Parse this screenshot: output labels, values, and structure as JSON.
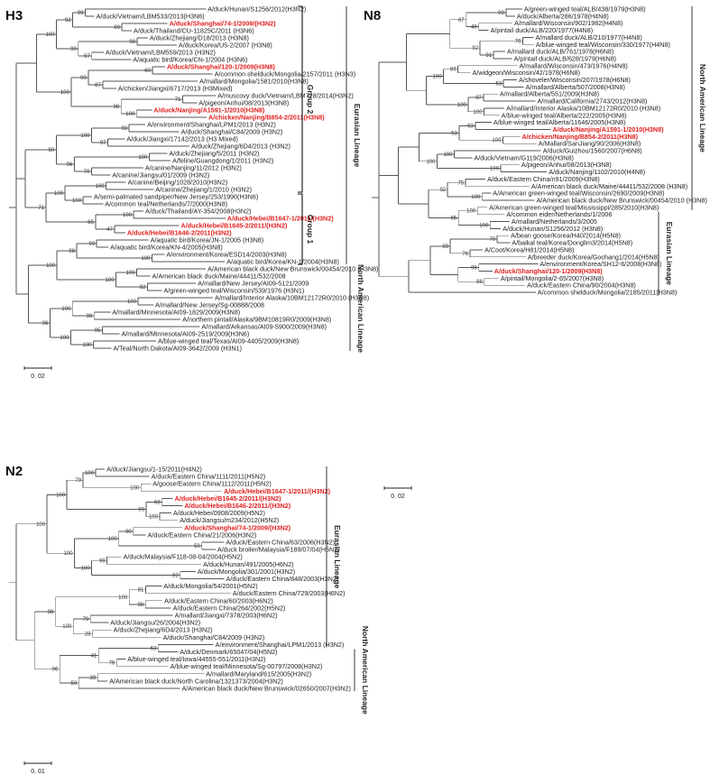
{
  "panels": [
    {
      "id": "h3",
      "title": "H3",
      "scale_label": "0. 02",
      "leaves": [
        {
          "label": "A/duck/Hunan/S1256/2012(H3N2)"
        },
        {
          "label": "A/duck/Vietnam/LBM533/2013(H3N6)"
        },
        {
          "label": "A/duck/Shanghai/74-1/2009/(H3N2)",
          "highlight": true
        },
        {
          "label": "A/duck/Thailand/CU-11825C/2011 (H3N6)"
        },
        {
          "label": "A/duck/Zhejiang/D18/2013 (H3N8)"
        },
        {
          "label": "A/duck/Korea/U5-2/2007 (H3N8)"
        },
        {
          "label": "A/duck/Vietnam/LBM559/2013 (H3N2)"
        },
        {
          "label": "A/aquatic bird/Korea/CN-1/2004 (H3N6)"
        },
        {
          "label": "A/duck/Shanghai/120-1/2009(H3N8)",
          "highlight": true
        },
        {
          "label": "A/common shelduck/Mongolia/2157/2011 (H3N3)"
        },
        {
          "label": "A/mallard/Mongolia/1581/2010(H3N8)"
        },
        {
          "label": "A/chicken/Jiangxi/6717/2013 (H3Mixed)"
        },
        {
          "label": "A/muscovy duck/Vietnam/LBM728/2014(H3N2)"
        },
        {
          "label": "A/pigeon/Anhui/08/2013(H3N8)"
        },
        {
          "label": "A/duck/Nanjing/A1591-1/2010(H3N8)",
          "highlight": true
        },
        {
          "label": "A/chicken/Nanjing/B854-2/2011(H3N8)",
          "highlight": true
        },
        {
          "label": "A/environment/Shanghai/LPM1/2013 (H3N2)"
        },
        {
          "label": "A/duck/Shanghai/C84/2009 (H3N2)"
        },
        {
          "label": "A/duck/Jiangxi/17142/2013 (H3 Mixed)"
        },
        {
          "label": "A/duck/Zhejiang/6D4/2013 (H3N2)"
        },
        {
          "label": "A/duck/Zhejiang/5/2011 (H3N2)"
        },
        {
          "label": "A/feline/Guangdong/1/2011 (H3N2)"
        },
        {
          "label": "A/canine/Nanjing/11/2012 (H3N2)"
        },
        {
          "label": "A/canine/Jiangsu/01/2009 (H3N2)"
        },
        {
          "label": "A/canine/Beijing/1028/2010(H3N2)"
        },
        {
          "label": "A/canine/Zhejiang/1/2010 (H3N2)"
        },
        {
          "label": "A/semi-palmated sandpiper/New Jersey/253/1990(H3N6)"
        },
        {
          "label": "A/common teal/Netherlands/7/2000(H3N8)"
        },
        {
          "label": "A/duck/Thailand/AY-354/2008(H3N2)"
        },
        {
          "label": "A/duck/Hebei/B1647-1/2011/(H3N2)",
          "highlight": true
        },
        {
          "label": "A/duck/Hebei/B1645-2/2011/(H3N2)",
          "highlight": true
        },
        {
          "label": "A/duck/Hebei/B1646-2/2011(H3N2)",
          "highlight": true
        },
        {
          "label": "A/aquatic bird/Korea/JN-1/2005 (H3N8)"
        },
        {
          "label": "A/aquatic bird/Korea/KN-4/2005(H3N8)"
        },
        {
          "label": "A/environment/Korea/ESD14/2003(H3N8)"
        },
        {
          "label": "A/aquatic bird/Korea/KN-1/2004(H3N8)"
        },
        {
          "label": "A/American black duck/New Brunswick/00454/2010 (H3N8)"
        },
        {
          "label": "A/American black duck/Maine/44411/532/2008"
        },
        {
          "label": "A/mallard/New Jersey/AI09-5121/2009"
        },
        {
          "label": "A/green-winged teal/Wisconsin/539/1976 (H3N1)"
        },
        {
          "label": "A/mallard/Interior Alaska/10BM12172R0/2010 (H3N8)"
        },
        {
          "label": "A/mallard/New Jersey/Sg-00888/2008"
        },
        {
          "label": "A/mallard/Minnesota/AI09-1829/2009(H3N8)"
        },
        {
          "label": "A/northern pintail/Alaska/9BM10819R0/2009(H3N8)"
        },
        {
          "label": "A/mallard/Arkansas/AI09-5900/2009(H3N8)"
        },
        {
          "label": "A/mallard/Minnesota/AI09-2519/2009(H3N6)"
        },
        {
          "label": "A/blue-winged teal/Texas/AI09-4405/2009(H3N8)"
        },
        {
          "label": "A/Teal/North Dakota/AI09-3642/2009 (H3N1)"
        }
      ],
      "bootstraps": [
        "99",
        "80",
        "98",
        "97",
        "60",
        "87",
        "71",
        "100",
        "93",
        "97",
        "100",
        "70",
        "100",
        "100",
        "100",
        "47",
        "99",
        "100",
        "100",
        "82",
        "100",
        "98",
        "95",
        "100",
        "92",
        "90",
        "99",
        "98",
        "100",
        "96",
        "100",
        "65",
        "98",
        "100",
        "100",
        "100",
        "100",
        "100",
        "50",
        "71",
        "100",
        "96"
      ],
      "groups": [
        {
          "label": "Group 2"
        },
        {
          "label": "Group 1"
        }
      ],
      "lineages": [
        {
          "label": "Eurasian Lineage"
        },
        {
          "label": "North American Lineage"
        }
      ]
    },
    {
      "id": "n8",
      "title": "N8",
      "scale_label": "0. 02",
      "leaves": [
        {
          "label": "A/green-winged teal/ALB/438/1979(H3N8)"
        },
        {
          "label": "A/duck/Alberta/286/1978(H4N8)"
        },
        {
          "label": "A/mallard/Wisconsin/902/1982(H4N8)"
        },
        {
          "label": "A/pintail duck/ALB/220/1977(H4N8)"
        },
        {
          "label": "A/mallard duck/ALB/210/1977(H4N8)"
        },
        {
          "label": "A/blue-winged teal/Wisconsin/330/1977(H4N8)"
        },
        {
          "label": "A/mallard duck/ALB/761/1978(H6N8)"
        },
        {
          "label": "A/pintail duck/ALB/628/1979(H6N8)"
        },
        {
          "label": "A/mallard/Wisconsin/473/1976(H4N8)"
        },
        {
          "label": "A/widgeon/Wisconsin/42/1978(H6N8)"
        },
        {
          "label": "A/shoveler/Wisconsin/207/1978(H6N8)"
        },
        {
          "label": "A/mallard/Alberta/507/2008(H3N8)"
        },
        {
          "label": "A/mallard/Alberta/551/2009(H3N8)"
        },
        {
          "label": "A/mallard/California/2743/2012(H3N8)"
        },
        {
          "label": "A/mallard/Interior Alaska/10BM12172R0/2010 (H3N8)"
        },
        {
          "label": "A/blue-winged teal/Alberta/222/2005(H3N8)"
        },
        {
          "label": "A/blue-winged teal/Alberta/11646/2005(H3N8)"
        },
        {
          "label": "A/duck/Nanjing/A1591-1/2010(H3N8)",
          "highlight": true
        },
        {
          "label": "A/chicken/Nanjing/B854-2/2011(H3N8)",
          "highlight": true
        },
        {
          "label": "A/Mallard/SanJiang/90/2006(H3N8)"
        },
        {
          "label": "A/duck/Guizhou/1560/2007(H6N8)"
        },
        {
          "label": "A/duck/Vietnam/G119/2006(H3N8)"
        },
        {
          "label": "A/pigeon/Anhui/08/2013(H3N8)"
        },
        {
          "label": "A/duck/Nanjing/1102/2010(H4N8)"
        },
        {
          "label": "A/duck/Eastern China/n91/2009(H3N8)"
        },
        {
          "label": "A/American black duck/Maine/44411/532/2008 (H3N8)"
        },
        {
          "label": "A/American green-winged teal/Wisconsin/2690/2009(H3N8)"
        },
        {
          "label": "A/American black duck/New Brunswick/00454/2010 (H3N8)"
        },
        {
          "label": "A/American green-winged teal/Mississippi/285/2010(H3N8)"
        },
        {
          "label": "A/common eider/Netherlands/1/2006"
        },
        {
          "label": "A/mallard/Netherlands/3/2005"
        },
        {
          "label": "A/duck/Hunan/S1256/2012 (H3N8)"
        },
        {
          "label": "A/bean goose/Korea/H40/2014(H5N8)"
        },
        {
          "label": "A/baikal teal/Korea/Donglim3/2014(H5N8)"
        },
        {
          "label": "A/Coot/Korea/H81/2014(H5N8)"
        },
        {
          "label": "A/breeder duck/Korea/Gochang1/2014(H5N8)"
        },
        {
          "label": "A/environment/Korea/SH12-6/2008(H3N8)"
        },
        {
          "label": "A/duck/Shanghai/120-1/2009(H3N8)",
          "highlight": true
        },
        {
          "label": "A/pintail/Mongolia/2-65/2007(H3N8)"
        },
        {
          "label": "A/duck/Eastern China/90/2004(H3N8)"
        },
        {
          "label": "A/common shelduck/Mongolia/2185/2011(H3N8)"
        }
      ],
      "bootstraps": [
        "99",
        "48",
        "76",
        "91",
        "89",
        "63",
        "97",
        "100",
        "53",
        "100",
        "100",
        "100",
        "75",
        "100",
        "100",
        "100",
        "70",
        "76",
        "98",
        "88",
        "67",
        "92",
        "100",
        "100",
        "53",
        "100",
        "92",
        "65",
        "99"
      ],
      "groups": [],
      "lineages": [
        {
          "label": "North American Lineage"
        },
        {
          "label": "Eurasian Lineage"
        }
      ]
    },
    {
      "id": "n2",
      "title": "N2",
      "scale_label": "0. 01",
      "leaves": [
        {
          "label": "A/duck/Jiangsu/1-15/2011(H4N2)"
        },
        {
          "label": "A/duck/Eastern China/1111/2011(H5N2)"
        },
        {
          "label": "A/goose/Eastern China/1112/2011(H5N2)"
        },
        {
          "label": "A/duck/Hebei/B1647-1/2011/(H3N2)",
          "highlight": true
        },
        {
          "label": "A/duck/Hebei/B1645-2/2011/(H3N2)",
          "highlight": true
        },
        {
          "label": "A/duck/Hebei/B1646-2/2011/(H3N2)",
          "highlight": true
        },
        {
          "label": "A/duck/Hebei/0908/2009(H5N2)"
        },
        {
          "label": "A/duck/Jiangsu/m234/2012(H5N2)"
        },
        {
          "label": "A/duck/Shanghai/74-1/2009/(H3N2)",
          "highlight": true
        },
        {
          "label": "A/duck/Eastern China/21/2006(H3N2)"
        },
        {
          "label": "A/duck/Eastern China/63/2006(H3N2)"
        },
        {
          "label": "A/duck broiler/Malaysia/F189/07/04(H5N2)"
        },
        {
          "label": "A/duck/Malaysia/F118-08-04/2004(H5N2)"
        },
        {
          "label": "A/duck/Hunan/491/2005(H6N2)"
        },
        {
          "label": "A/duck/Mongolia/301/2001(H3N2)"
        },
        {
          "label": "A/duck/Eastern China/848/2003(H3N2)"
        },
        {
          "label": "A/duck/Mongolia/54/2001(H5N2)"
        },
        {
          "label": "A/duck/Eastern China/729/2003(H6N2)"
        },
        {
          "label": "A/duck/Eastern China/60/2003(H6N2)"
        },
        {
          "label": "A/duck/Eastern China/264/2002(H5N2)"
        },
        {
          "label": "A/mallard/Jiangxi/7378/2003(H6N2)"
        },
        {
          "label": "A/duck/Jiangsu/26/2004(H3N2)"
        },
        {
          "label": "A/duck/Zhejiang/6D4/2013 (H3N2)"
        },
        {
          "label": "A/duck/Shanghai/C84/2009 (H3N2)"
        },
        {
          "label": "A/environment/Shanghai/LPM1/2013 (H3N2)"
        },
        {
          "label": "A/duck/Denmark/65047/04(H5N2)"
        },
        {
          "label": "A/blue-winged teal/Iowa/44555-551/2011(H3N2)"
        },
        {
          "label": "A/blue-winged teal/Minnesota/Sg-00797/2008(H3N2)"
        },
        {
          "label": "A/mallard/Maryland/615/2005(H3N2)"
        },
        {
          "label": "A/American black duck/North Carolina/1321373/2004(H3N2)"
        },
        {
          "label": "A/American black duck/New Brunswick/02650/2007(H3N2)"
        }
      ],
      "bootstraps": [
        "100",
        "100",
        "68",
        "100",
        "90",
        "50",
        "99",
        "82",
        "81",
        "98",
        "79",
        "28",
        "63",
        "76",
        "39",
        "79",
        "99",
        "100",
        "100",
        "100",
        "100",
        "41",
        "50",
        "100",
        "100",
        "98",
        "96",
        "100"
      ],
      "groups": [],
      "lineages": [
        {
          "label": "Eurasian Lineage"
        },
        {
          "label": "North American Lineage"
        }
      ]
    }
  ]
}
